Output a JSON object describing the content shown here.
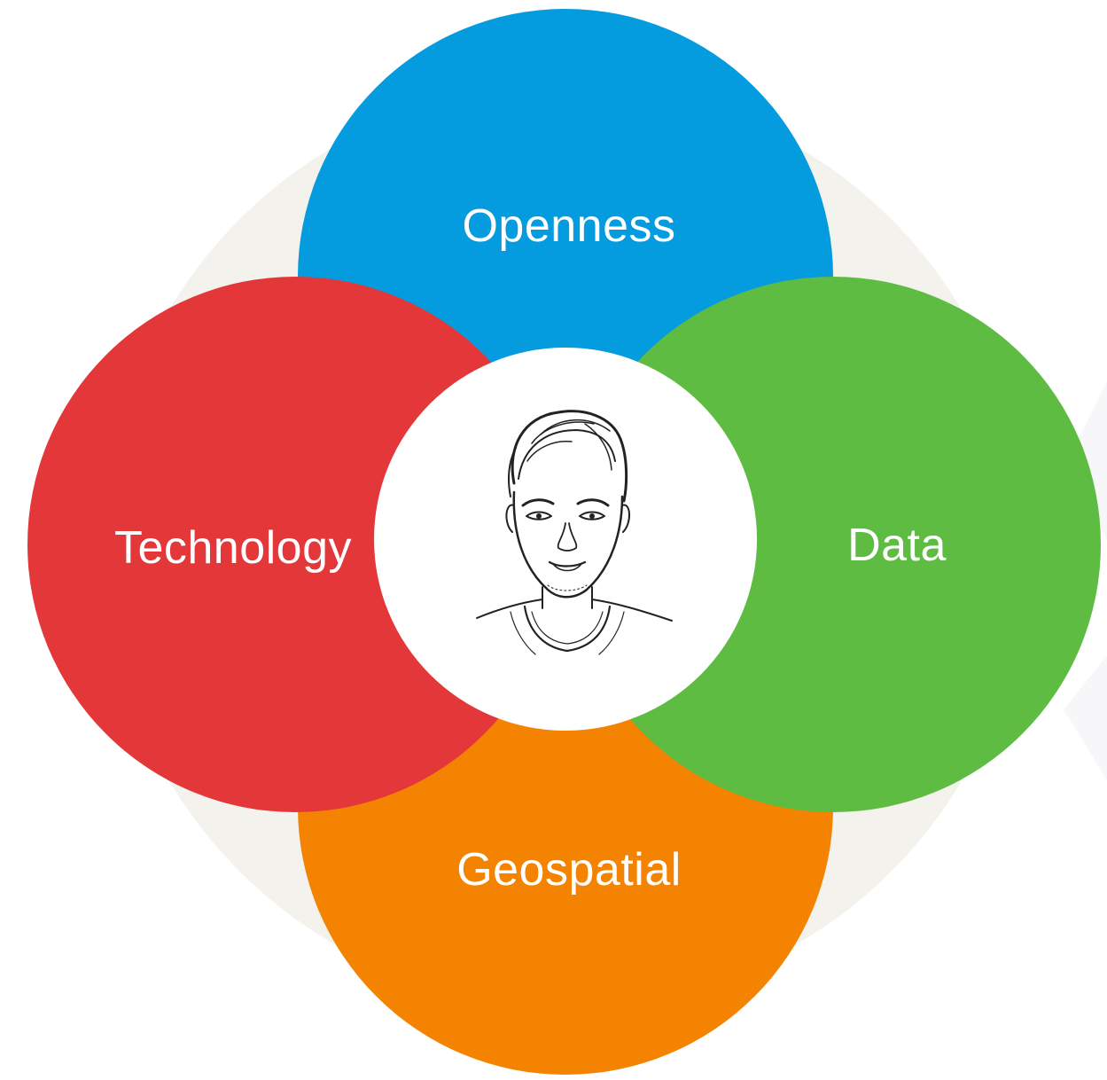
{
  "diagram": {
    "circles": {
      "openness": {
        "label": "Openness",
        "color": "#059cdf"
      },
      "technology": {
        "label": "Technology",
        "color": "#e3373a"
      },
      "data": {
        "label": "Data",
        "color": "#5fbc43"
      },
      "geospatial": {
        "label": "Geospatial",
        "color": "#f38301"
      }
    },
    "background_ring_color": "#f4f2ec",
    "center": {
      "fill": "#ffffff",
      "portrait_icon": "person-sketch-portrait"
    }
  }
}
